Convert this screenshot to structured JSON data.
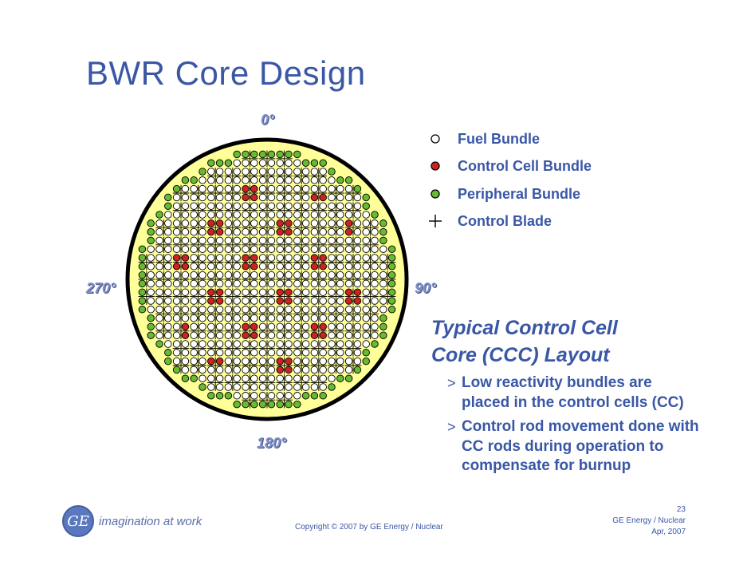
{
  "slide": {
    "title": "BWR Core Design",
    "orientation": {
      "top": "0°",
      "bottom": "180°",
      "left": "270°",
      "right": "90°"
    },
    "legend": [
      {
        "icon": "fuel-bundle-icon",
        "label": "Fuel Bundle"
      },
      {
        "icon": "control-cell-bundle-icon",
        "label": "Control Cell Bundle"
      },
      {
        "icon": "peripheral-bundle-icon",
        "label": "Peripheral Bundle"
      },
      {
        "icon": "control-blade-icon",
        "label": "Control Blade"
      }
    ],
    "subtitle_line1": "Typical Control Cell",
    "subtitle_line2": "Core (CCC) Layout",
    "bullets": [
      "Low reactivity bundles are placed in the control cells (CC)",
      "Control rod movement done with CC rods during operation to compensate for burnup"
    ],
    "bullet_marker": ">",
    "tagline": "imagination at work",
    "logo_text": "GE",
    "copyright": "Copyright ©  2007 by GE Energy / Nuclear",
    "page_number": "23",
    "footer_org": "GE Energy /  Nuclear",
    "footer_date": "Apr, 2007"
  },
  "colors": {
    "title": "#3a57a6",
    "core_fill": "#ffff99",
    "core_ring": "#000000",
    "fuel_bundle": "#ffffff",
    "control_cell_bundle": "#cc2222",
    "peripheral_bundle": "#66bb33",
    "control_blade": "#000000"
  }
}
